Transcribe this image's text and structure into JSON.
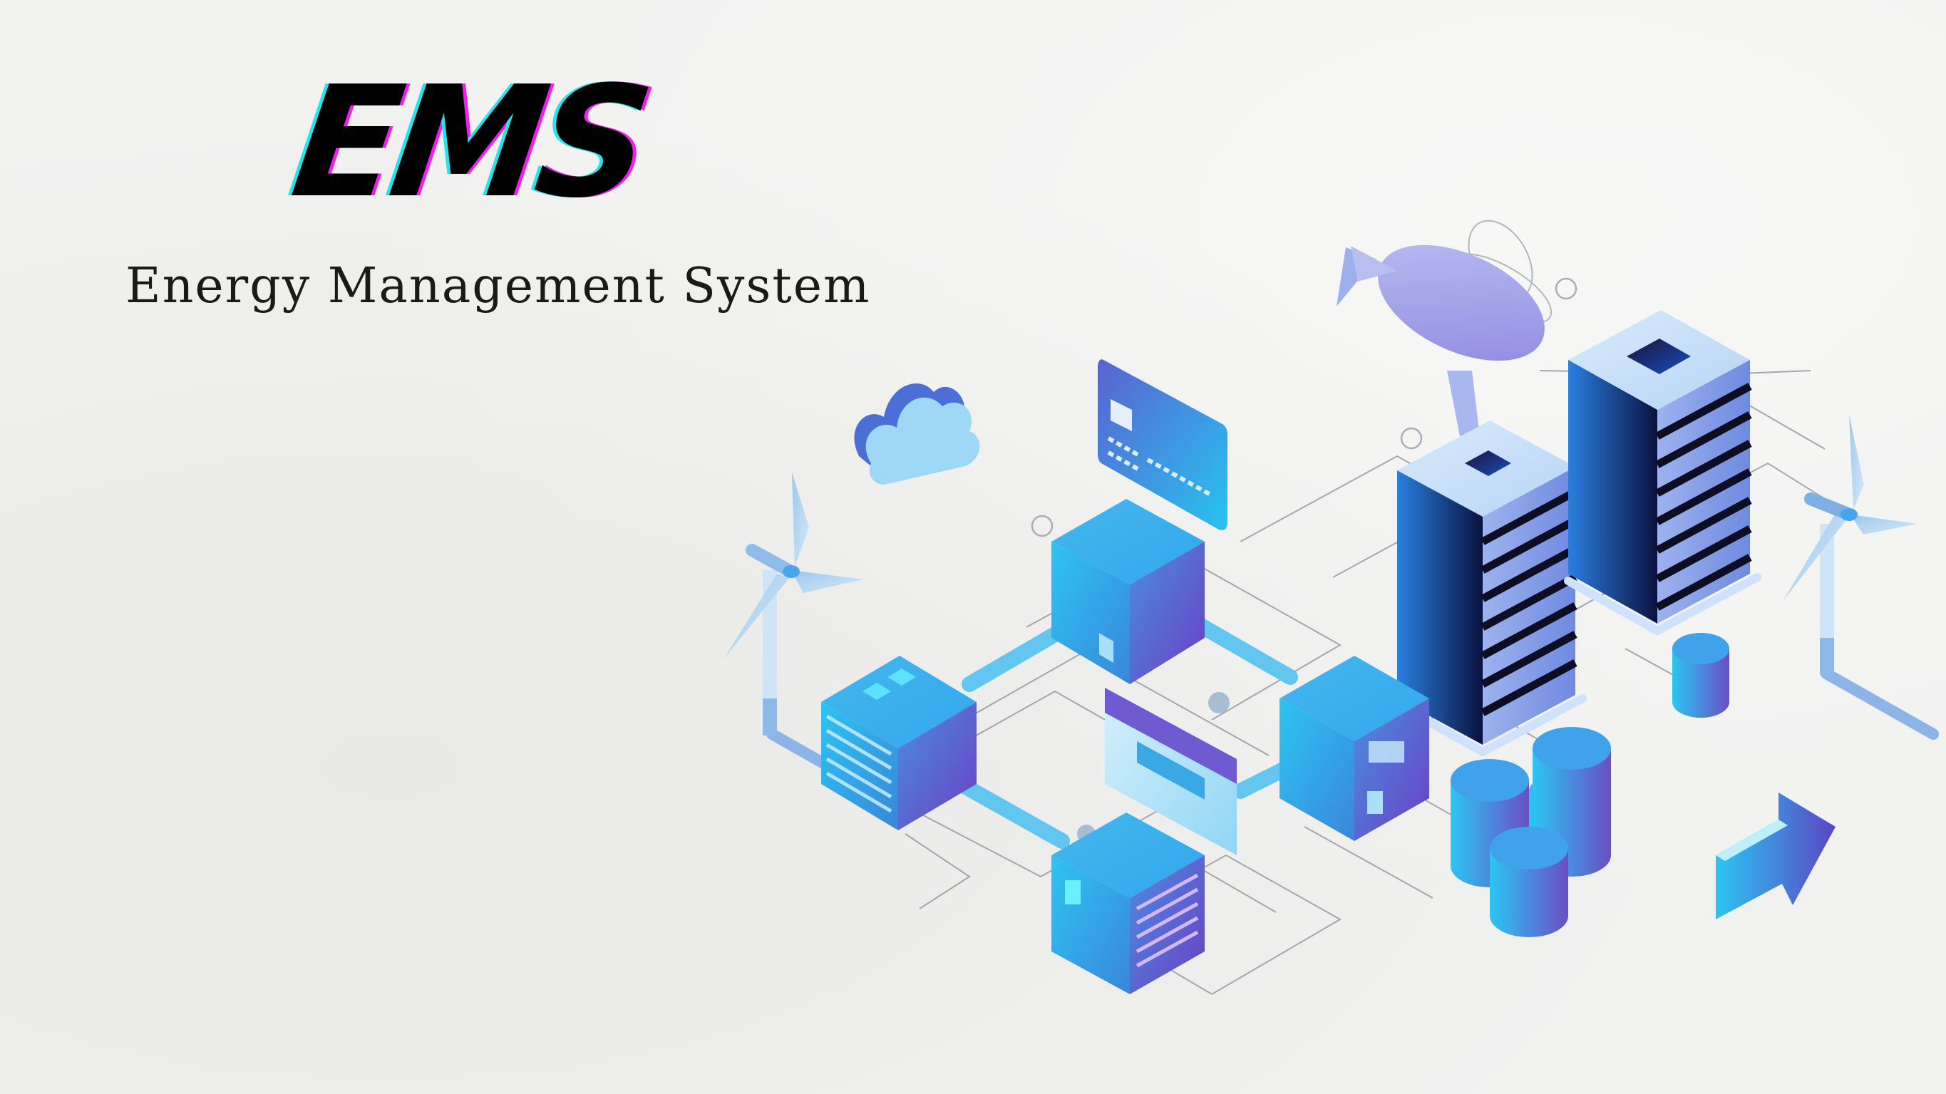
{
  "hero": {
    "logo_text": "EMS",
    "subtitle": "Energy Management System"
  },
  "illustration": {
    "elements": [
      "wind-turbine-left",
      "wind-turbine-right",
      "cloud",
      "payment-card",
      "airship",
      "server-tower-short",
      "server-tower-tall",
      "network-node-top",
      "network-node-left",
      "network-node-right",
      "network-node-bottom",
      "display-panel",
      "coin-stack-cylinders",
      "arrow-right"
    ],
    "colors": {
      "background": "#f1f1f0",
      "cyan": "#22c7f0",
      "blue": "#3a8fe0",
      "violet": "#6a4fc8",
      "navy": "#0c1a4a",
      "light_blue": "#a9d4f2",
      "glitch_cyan": "#22e6ee",
      "glitch_magenta": "#f01ff0"
    }
  }
}
